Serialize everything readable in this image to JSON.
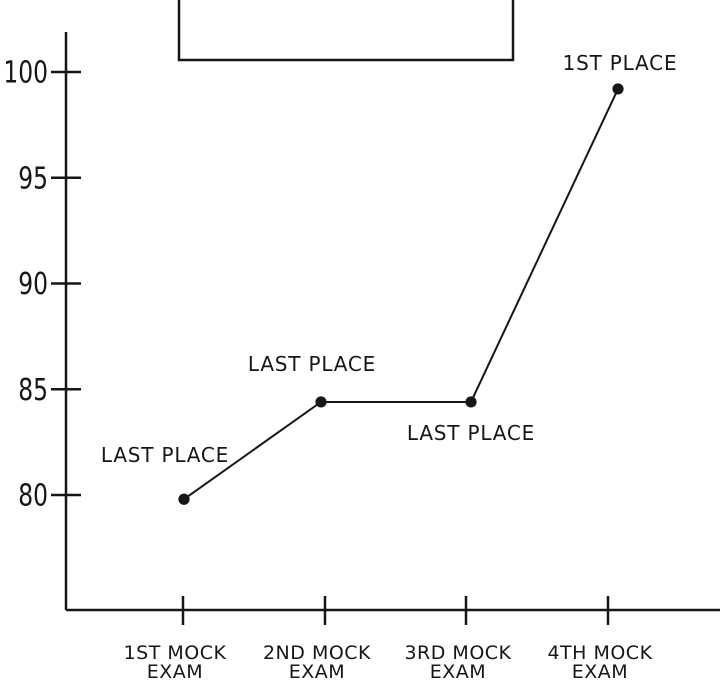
{
  "page": {
    "background": "#ffffff"
  },
  "chart_data": {
    "type": "line",
    "title": "",
    "title_box": {
      "visible": true,
      "text": ""
    },
    "categories": [
      [
        "1ST MOCK",
        "EXAM"
      ],
      [
        "2ND MOCK",
        "EXAM"
      ],
      [
        "3RD MOCK",
        "EXAM"
      ],
      [
        "4TH MOCK",
        "EXAM"
      ]
    ],
    "values": [
      79.8,
      84.4,
      84.4,
      99.2
    ],
    "point_labels": [
      "LAST PLACE",
      "LAST PLACE",
      "LAST PLACE",
      "1ST PLACE"
    ],
    "point_label_positions": [
      "above",
      "above",
      "below",
      "above"
    ],
    "yticks": [
      100,
      95,
      90,
      85,
      80
    ],
    "ylim": [
      74.5,
      101.8
    ],
    "xlabel": "",
    "ylabel": "",
    "grid": false,
    "legend_position": "none",
    "colors": {
      "ink": "#161616",
      "background": "#ffffff"
    }
  }
}
